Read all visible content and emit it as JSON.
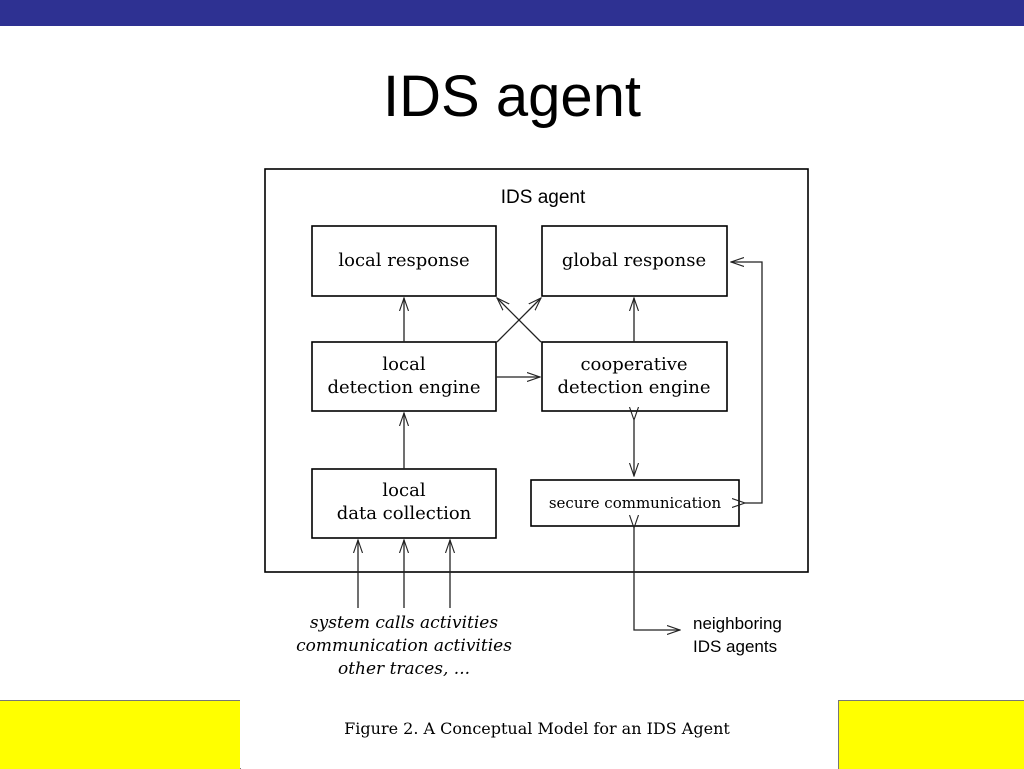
{
  "slide": {
    "title": "IDS agent"
  },
  "diagram": {
    "container_label": "IDS agent",
    "nodes": {
      "local_response": "local response",
      "global_response": "global response",
      "local_detection": [
        "local",
        "detection engine"
      ],
      "cooperative_detection": [
        "cooperative",
        "detection engine"
      ],
      "local_data_collection": [
        "local",
        "data collection"
      ],
      "secure_communication": "secure communication"
    },
    "inputs": [
      "system calls activities",
      "communication activities",
      "other traces, ..."
    ],
    "external": [
      "neighboring",
      "IDS agents"
    ],
    "caption": "Figure 2. A Conceptual Model for an IDS Agent"
  },
  "colors": {
    "top_bar": "#2e3192",
    "footer_band": "#ffff00"
  }
}
